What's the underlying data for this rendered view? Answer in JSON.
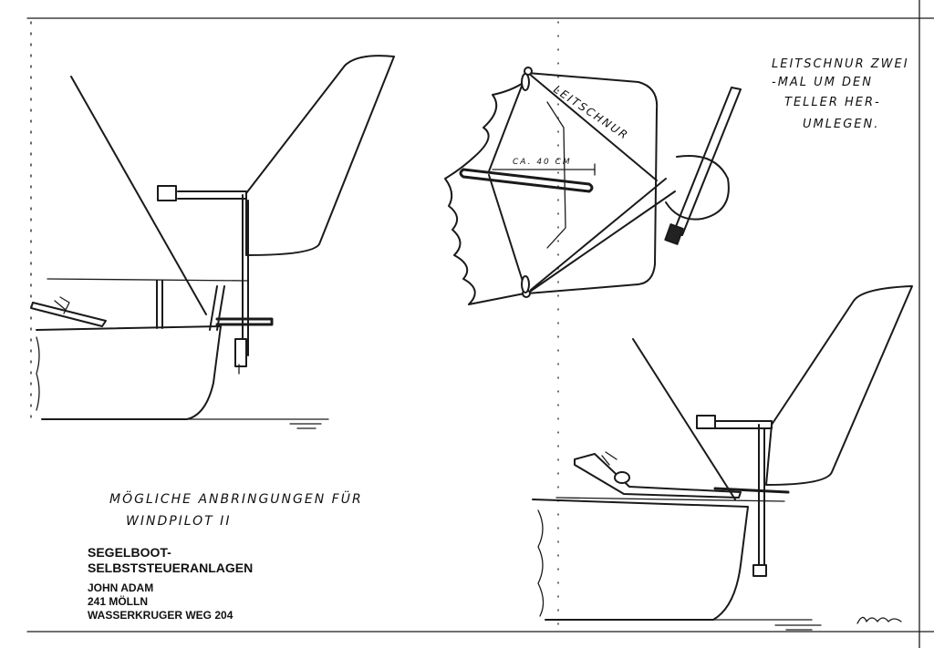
{
  "annotations": {
    "note": [
      "LEITSCHNUR ZWEI",
      "-MAL UM DEN",
      "TELLER HER-",
      "UMLEGEN."
    ],
    "leitschnur": "LEITSCHNUR",
    "measure": "CA. 40 CM",
    "caption_line1": "MÖGLICHE ANBRINGUNGEN FÜR",
    "caption_line2": "WINDPILOT II"
  },
  "title_block": {
    "title_line1": "SEGELBOOT-",
    "title_line2": "SELBSTSTEUERANLAGEN",
    "author": "JOHN ADAM",
    "city": "241 MÖLLN",
    "street": "WASSERKRUGER WEG 204"
  }
}
